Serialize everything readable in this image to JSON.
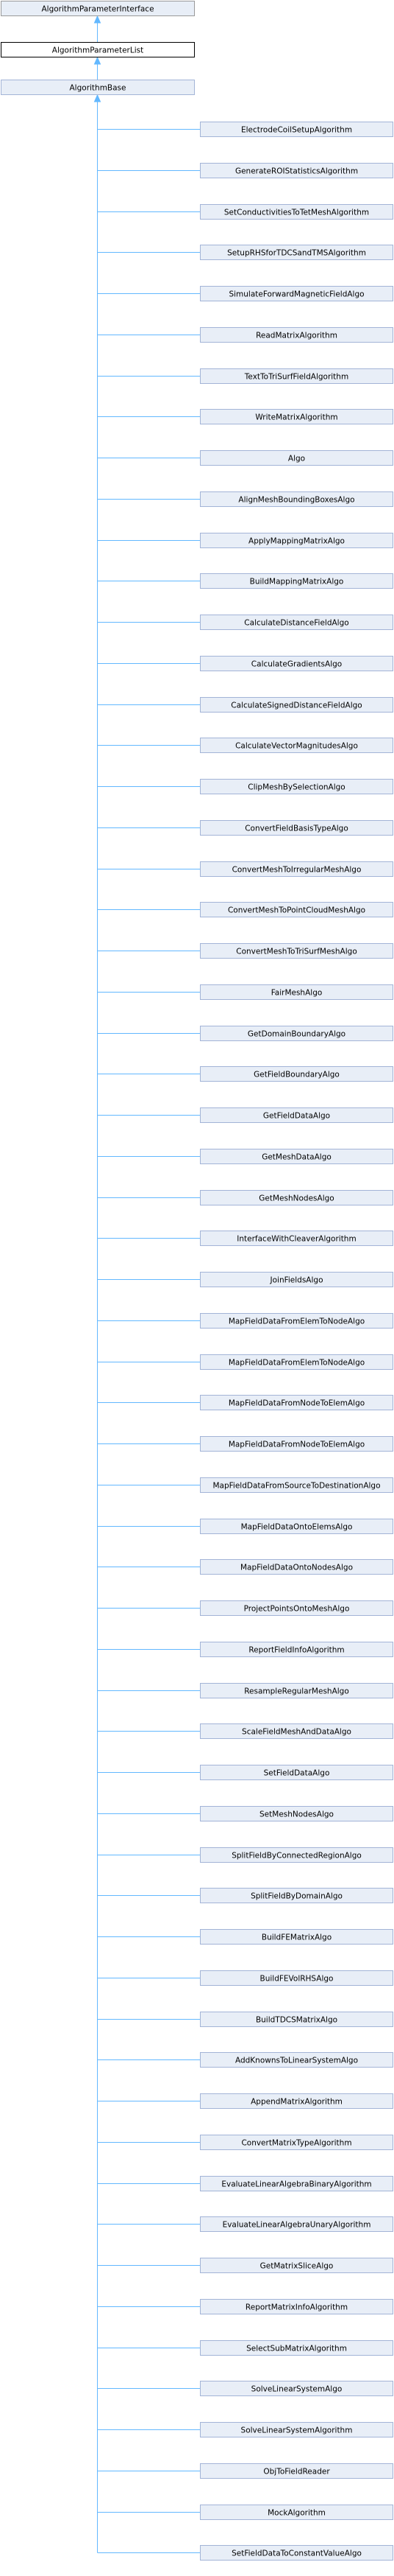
{
  "diagram": {
    "type": "inheritance-graph",
    "ancestors": [
      "AlgorithmParameterInterface",
      "AlgorithmParameterList",
      "AlgorithmBase"
    ],
    "highlighted_node": "AlgorithmParameterList",
    "children": [
      "ElectrodeCoilSetupAlgorithm",
      "GenerateROIStatisticsAlgorithm",
      "SetConductivitiesToTetMeshAlgorithm",
      "SetupRHSforTDCSandTMSAlgorithm",
      "SimulateForwardMagneticFieldAlgo",
      "ReadMatrixAlgorithm",
      "TextToTriSurfFieldAlgorithm",
      "WriteMatrixAlgorithm",
      "Algo",
      "AlignMeshBoundingBoxesAlgo",
      "ApplyMappingMatrixAlgo",
      "BuildMappingMatrixAlgo",
      "CalculateDistanceFieldAlgo",
      "CalculateGradientsAlgo",
      "CalculateSignedDistanceFieldAlgo",
      "CalculateVectorMagnitudesAlgo",
      "ClipMeshBySelectionAlgo",
      "ConvertFieldBasisTypeAlgo",
      "ConvertMeshToIrregularMeshAlgo",
      "ConvertMeshToPointCloudMeshAlgo",
      "ConvertMeshToTriSurfMeshAlgo",
      "FairMeshAlgo",
      "GetDomainBoundaryAlgo",
      "GetFieldBoundaryAlgo",
      "GetFieldDataAlgo",
      "GetMeshDataAlgo",
      "GetMeshNodesAlgo",
      "InterfaceWithCleaverAlgorithm",
      "JoinFieldsAlgo",
      "MapFieldDataFromElemToNodeAlgo",
      "MapFieldDataFromElemToNodeAlgo",
      "MapFieldDataFromNodeToElemAlgo",
      "MapFieldDataFromNodeToElemAlgo",
      "MapFieldDataFromSourceToDestinationAlgo",
      "MapFieldDataOntoElemsAlgo",
      "MapFieldDataOntoNodesAlgo",
      "ProjectPointsOntoMeshAlgo",
      "ReportFieldInfoAlgorithm",
      "ResampleRegularMeshAlgo",
      "ScaleFieldMeshAndDataAlgo",
      "SetFieldDataAlgo",
      "SetMeshNodesAlgo",
      "SplitFieldByConnectedRegionAlgo",
      "SplitFieldByDomainAlgo",
      "BuildFEMatrixAlgo",
      "BuildFEVolRHSAlgo",
      "BuildTDCSMatrixAlgo",
      "AddKnownsToLinearSystemAlgo",
      "AppendMatrixAlgorithm",
      "ConvertMatrixTypeAlgorithm",
      "EvaluateLinearAlgebraBinaryAlgorithm",
      "EvaluateLinearAlgebraUnaryAlgorithm",
      "GetMatrixSliceAlgo",
      "ReportMatrixInfoAlgorithm",
      "SelectSubMatrixAlgorithm",
      "SolveLinearSystemAlgo",
      "SolveLinearSystemAlgorithm",
      "ObjToFieldReader",
      "MockAlgorithm",
      "SetFieldDataToConstantValueAlgo"
    ],
    "colors": {
      "node_fill": "#e8eef7",
      "node_border": "#a3b4d7",
      "top_node_border": "#999999",
      "highlighted_border": "#000000",
      "edge": "#63b8ff"
    }
  }
}
